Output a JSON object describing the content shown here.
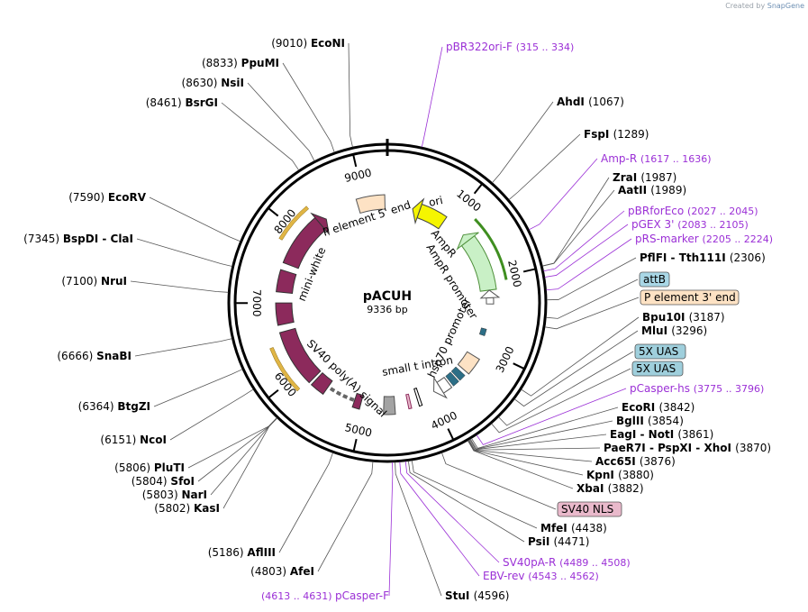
{
  "credit": {
    "prefix": "Created by",
    "brand": "SnapGene"
  },
  "plasmid": {
    "name": "pACUH",
    "size_label": "9336 bp",
    "length": 9336
  },
  "ticks": [
    {
      "pos": 1000,
      "label": "1000"
    },
    {
      "pos": 2000,
      "label": "2000"
    },
    {
      "pos": 3000,
      "label": "3000"
    },
    {
      "pos": 4000,
      "label": "4000"
    },
    {
      "pos": 5000,
      "label": "5000"
    },
    {
      "pos": 6000,
      "label": "6000"
    },
    {
      "pos": 7000,
      "label": "7000"
    },
    {
      "pos": 8000,
      "label": "8000"
    },
    {
      "pos": 9000,
      "label": "9000"
    }
  ],
  "enzymes_left": [
    {
      "name": "EcoNI",
      "pos": "(9010)",
      "site": 9010
    },
    {
      "name": "PpuMI",
      "pos": "(8833)",
      "site": 8833
    },
    {
      "name": "NsiI",
      "pos": "(8630)",
      "site": 8630
    },
    {
      "name": "BsrGI",
      "pos": "(8461)",
      "site": 8461
    },
    {
      "name": "EcoRV",
      "pos": "(7590)",
      "site": 7590
    },
    {
      "name": "BspDI - ClaI",
      "pos": "(7345)",
      "site": 7345
    },
    {
      "name": "NruI",
      "pos": "(7100)",
      "site": 7100
    },
    {
      "name": "SnaBI",
      "pos": "(6666)",
      "site": 6666
    },
    {
      "name": "BtgZI",
      "pos": "(6364)",
      "site": 6364
    },
    {
      "name": "NcoI",
      "pos": "(6151)",
      "site": 6151
    },
    {
      "name": "PluTI",
      "pos": "(5806)",
      "site": 5806
    },
    {
      "name": "SfoI",
      "pos": "(5804)",
      "site": 5804
    },
    {
      "name": "NarI",
      "pos": "(5803)",
      "site": 5803
    },
    {
      "name": "KasI",
      "pos": "(5802)",
      "site": 5802
    },
    {
      "name": "AflIII",
      "pos": "(5186)",
      "site": 5186
    },
    {
      "name": "AfeI",
      "pos": "(4803)",
      "site": 4803
    }
  ],
  "enzymes_right": [
    {
      "name": "AhdI",
      "pos": "(1067)",
      "site": 1067
    },
    {
      "name": "FspI",
      "pos": "(1289)",
      "site": 1289
    },
    {
      "name": "ZraI",
      "pos": "(1987)",
      "site": 1987
    },
    {
      "name": "AatII",
      "pos": "(1989)",
      "site": 1989
    },
    {
      "name": "PflFI - Tth111I",
      "pos": "(2306)",
      "site": 2306
    },
    {
      "name": "Bpu10I",
      "pos": "(3187)",
      "site": 3187
    },
    {
      "name": "MluI",
      "pos": "(3296)",
      "site": 3296
    },
    {
      "name": "EcoRI",
      "pos": "(3842)",
      "site": 3842
    },
    {
      "name": "BglII",
      "pos": "(3854)",
      "site": 3854
    },
    {
      "name": "EagI - NotI",
      "pos": "(3861)",
      "site": 3861
    },
    {
      "name": "PaeR7I - PspXI - XhoI",
      "pos": "(3870)",
      "site": 3870
    },
    {
      "name": "Acc65I",
      "pos": "(3876)",
      "site": 3876
    },
    {
      "name": "KpnI",
      "pos": "(3880)",
      "site": 3880
    },
    {
      "name": "XbaI",
      "pos": "(3882)",
      "site": 3882
    },
    {
      "name": "MfeI",
      "pos": "(4438)",
      "site": 4438
    },
    {
      "name": "PsiI",
      "pos": "(4471)",
      "site": 4471
    },
    {
      "name": "StuI",
      "pos": "(4596)",
      "site": 4596
    }
  ],
  "primers": [
    {
      "name": "pBR322ori-F",
      "range": "(315 .. 334)",
      "site": 324
    },
    {
      "name": "Amp-R",
      "range": "(1617 .. 1636)",
      "site": 1626
    },
    {
      "name": "pBRforEco",
      "range": "(2027 .. 2045)",
      "site": 2036
    },
    {
      "name": "pGEX 3'",
      "range": "(2083 .. 2105)",
      "site": 2094
    },
    {
      "name": "pRS-marker",
      "range": "(2205 .. 2224)",
      "site": 2214
    },
    {
      "name": "pCasper-hs",
      "range": "(3775 .. 3796)",
      "site": 3785
    },
    {
      "name": "SV40pA-R",
      "range": "(4489 .. 4508)",
      "site": 4498
    },
    {
      "name": "EBV-rev",
      "range": "(4543 .. 4562)",
      "site": 4552
    },
    {
      "name": "pCasper-F",
      "range": "(4613 .. 4631)",
      "site": 4622
    }
  ],
  "feature_boxes": [
    {
      "name": "attB",
      "site": 2470,
      "color": "#a9d7e6"
    },
    {
      "name": "P element 3' end",
      "site": 2560,
      "color": "#fde2c4"
    },
    {
      "name": "5X UAS",
      "site": 3520,
      "color": "#9fcfdc"
    },
    {
      "name": "5X UAS",
      "site": 3610,
      "color": "#9fcfdc"
    },
    {
      "name": "SV40 NLS",
      "site": 4150,
      "color": "#e9b9cb"
    }
  ],
  "inner_labels": {
    "ori": "ori",
    "p5": "P element 5' end",
    "ampr": "AmpR",
    "ampr_promoter": "AmpR promoter",
    "hsp70": "hsp70 promoter",
    "small_t": "small t intron",
    "sv40_polya": "SV40 poly(A) signal",
    "mini_white": "mini-white"
  },
  "colors": {
    "enzyme": "#000000",
    "primer": "#9b30d6",
    "ring": "#000000",
    "mini_white": "#8c2a5c",
    "ampr": "#c9f0c6",
    "ampr_edge": "#4e8f3a",
    "ori": "#f5f500",
    "p_element": "#fde2c4",
    "uas": "#2c6e86",
    "primer_bar": "#3f8e20",
    "gold_primer": "#e0b545",
    "gray_feature": "#a3a3a3"
  }
}
